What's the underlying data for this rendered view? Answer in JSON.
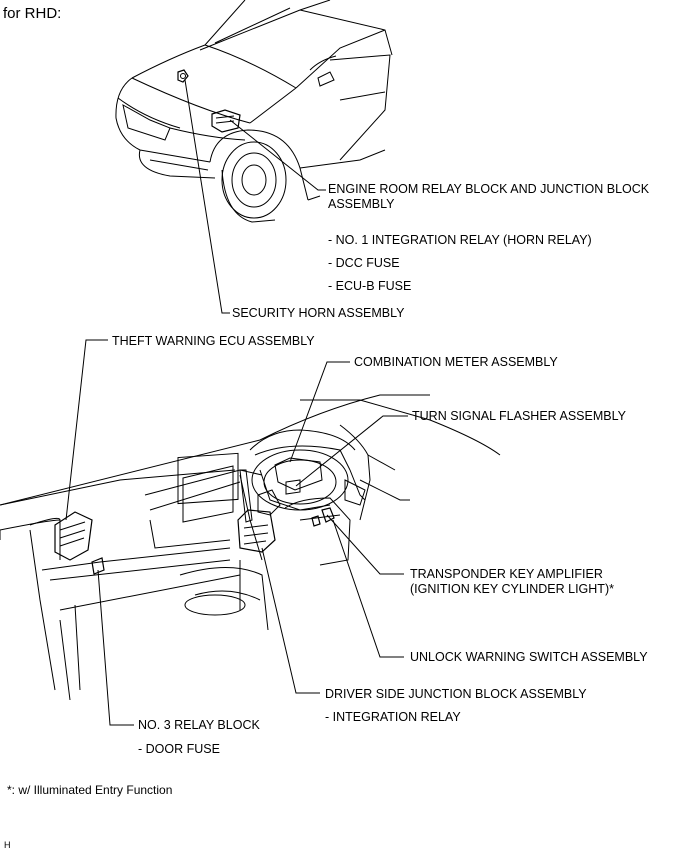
{
  "header": "for RHD:",
  "car_labels": {
    "engine_room_relay_line1": "ENGINE ROOM RELAY BLOCK AND JUNCTION BLOCK",
    "engine_room_relay_line2": "ASSEMBLY",
    "sub_items": [
      "- NO. 1 INTEGRATION RELAY (HORN RELAY)",
      "- DCC FUSE",
      "- ECU-B FUSE"
    ],
    "security_horn": "SECURITY HORN ASSEMBLY"
  },
  "dash_labels": {
    "theft_warning_ecu": "THEFT WARNING ECU ASSEMBLY",
    "combination_meter": "COMBINATION METER ASSEMBLY",
    "turn_signal_flasher": "TURN SIGNAL FLASHER ASSEMBLY",
    "transponder_line1": "TRANSPONDER KEY AMPLIFIER",
    "transponder_line2": "(IGNITION KEY CYLINDER LIGHT)*",
    "unlock_warning": "UNLOCK WARNING SWITCH ASSEMBLY",
    "driver_side_jb": "DRIVER SIDE JUNCTION BLOCK ASSEMBLY",
    "integration_relay": "- INTEGRATION RELAY",
    "no3_relay_block": "NO. 3 RELAY BLOCK",
    "door_fuse": "- DOOR FUSE"
  },
  "footnote": "*: w/ Illuminated Entry Function",
  "corner_mark": "H"
}
